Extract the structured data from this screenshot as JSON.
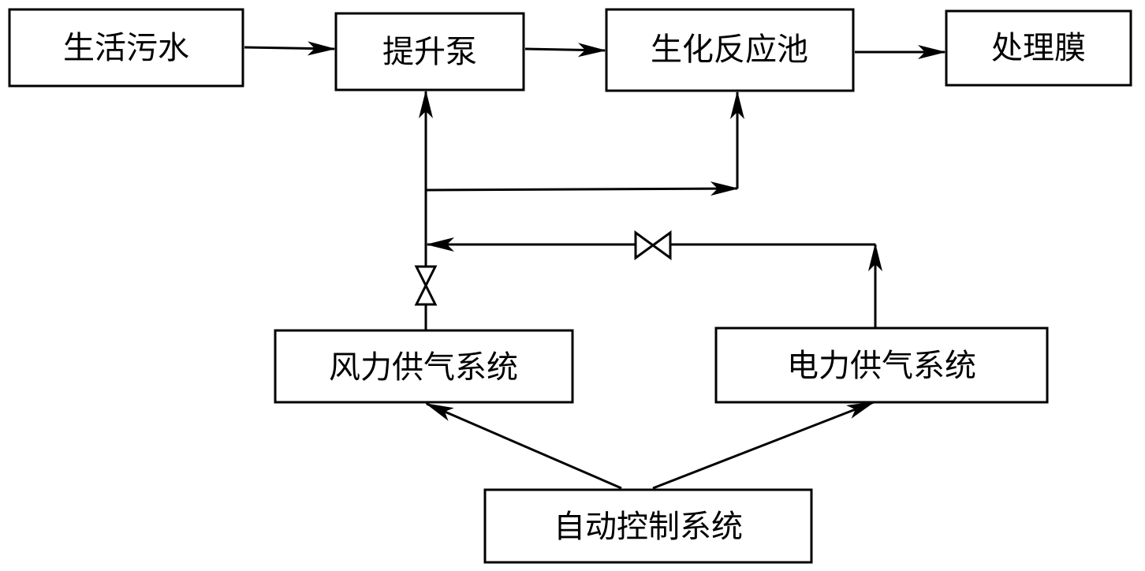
{
  "diagram": {
    "nodes": {
      "sewage": "生活污水",
      "pump": "提升泵",
      "reactor": "生化反应池",
      "membrane": "处理膜",
      "wind_supply": "风力供气系统",
      "electric_supply": "电力供气系统",
      "auto_control": "自动控制系统"
    },
    "edges": [
      {
        "from": "sewage",
        "to": "pump"
      },
      {
        "from": "pump",
        "to": "reactor"
      },
      {
        "from": "reactor",
        "to": "membrane"
      },
      {
        "from": "wind_supply",
        "to": "pump",
        "valve": true
      },
      {
        "from": "wind_supply",
        "to": "reactor"
      },
      {
        "from": "electric_supply",
        "to": "pump",
        "valve": true
      },
      {
        "from": "auto_control",
        "to": "wind_supply"
      },
      {
        "from": "auto_control",
        "to": "electric_supply"
      }
    ]
  }
}
